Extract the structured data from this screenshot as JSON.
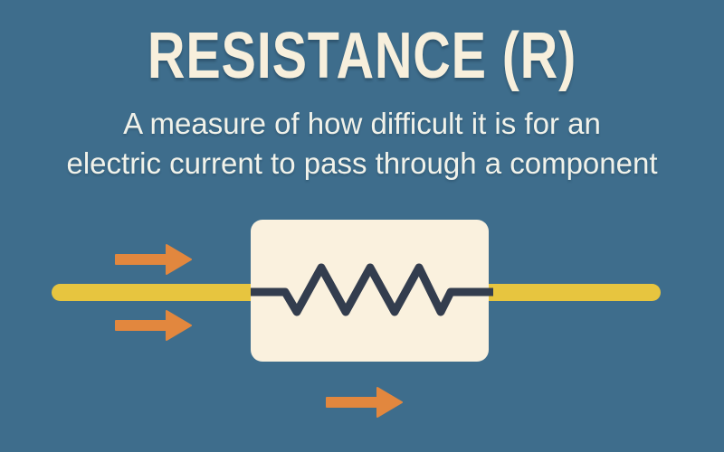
{
  "page": {
    "background_color": "#3E6D8C"
  },
  "title": {
    "text": "RESISTANCE (R)",
    "color": "#F7EFDC"
  },
  "subtitle": {
    "line1": "A measure of how difficult it is for an",
    "line2": "electric current to pass through a component",
    "color": "#F1F2EA"
  },
  "diagram": {
    "wire_color": "#E7C53F",
    "component_box_color": "#FAF1DE",
    "resistor_symbol_color": "#333D4E",
    "arrow_color": "#E2873E",
    "icons": [
      {
        "name": "resistor-zigzag-icon",
        "meaning": "resistor symbol"
      },
      {
        "name": "current-arrow-icon",
        "meaning": "direction of current flow, pointing right"
      }
    ]
  }
}
